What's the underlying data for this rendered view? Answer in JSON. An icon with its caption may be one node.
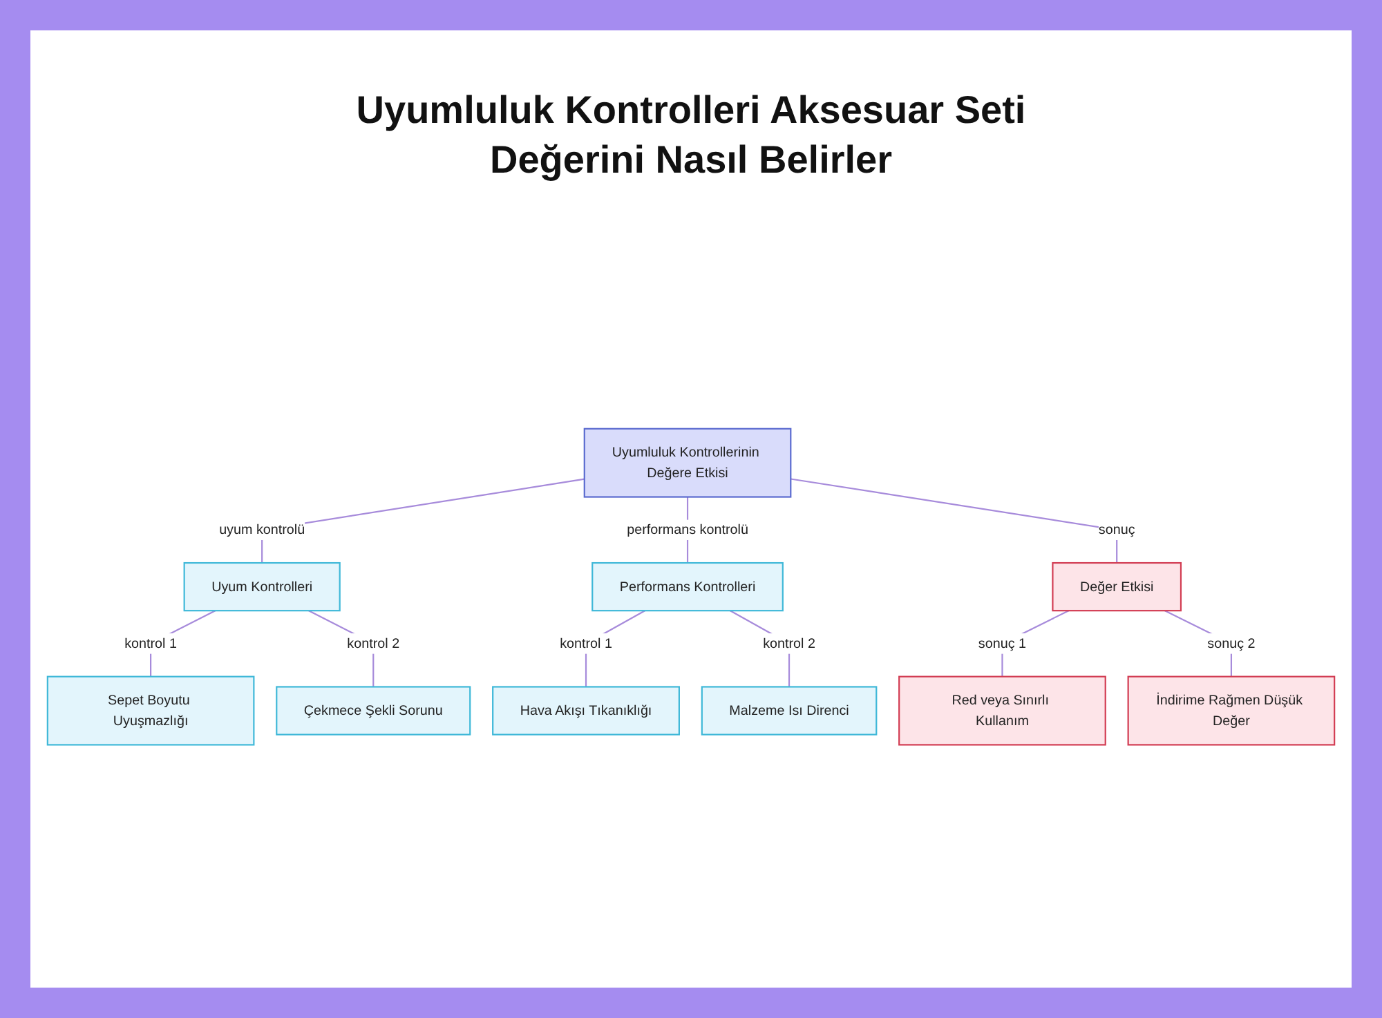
{
  "diagram": {
    "title": "Uyumluluk Kontrolleri Aksesuar Seti Değerini Nasıl Belirler",
    "nodes": [
      {
        "text": [
          "Uyumluluk Kontrollerinin Değere Etkisi"
        ]
      },
      {
        "text": [
          "Uyum Kontrolleri"
        ]
      },
      {
        "text": [
          "Performans Kontrolleri"
        ]
      },
      {
        "text": [
          "Değer Etkisi"
        ]
      },
      {
        "text": [
          "Sepet Boyutu Uyuşmazlığı"
        ]
      },
      {
        "text": [
          "Çekmece Şekli Sorunu"
        ]
      },
      {
        "text": [
          "Hava Akışı Tıkanıklığı"
        ]
      },
      {
        "text": [
          "Malzeme Isı Direnci"
        ]
      },
      {
        "text": [
          "Red veya Sınırlı Kullanım"
        ]
      },
      {
        "text": [
          "İndirime Rağmen Düşük Değer"
        ]
      }
    ],
    "edges": [
      {
        "from": 0,
        "to": 1,
        "arrow": "none",
        "label": "uyum kontrolü"
      },
      {
        "from": 0,
        "to": 2,
        "arrow": "none",
        "label": "performans kontrolü"
      },
      {
        "from": 0,
        "to": 3,
        "arrow": "none",
        "label": "sonuç"
      },
      {
        "from": 1,
        "to": 4,
        "arrow": "none",
        "label": "kontrol 1"
      },
      {
        "from": 1,
        "to": 5,
        "arrow": "none",
        "label": "kontrol 2"
      },
      {
        "from": 2,
        "to": 6,
        "arrow": "none",
        "label": "kontrol 1"
      },
      {
        "from": 2,
        "to": 7,
        "arrow": "none",
        "label": "kontrol 2"
      },
      {
        "from": 3,
        "to": 8,
        "arrow": "none",
        "label": "sonuç 1"
      },
      {
        "from": 3,
        "to": 9,
        "arrow": "none",
        "label": "sonuç 2"
      }
    ]
  }
}
